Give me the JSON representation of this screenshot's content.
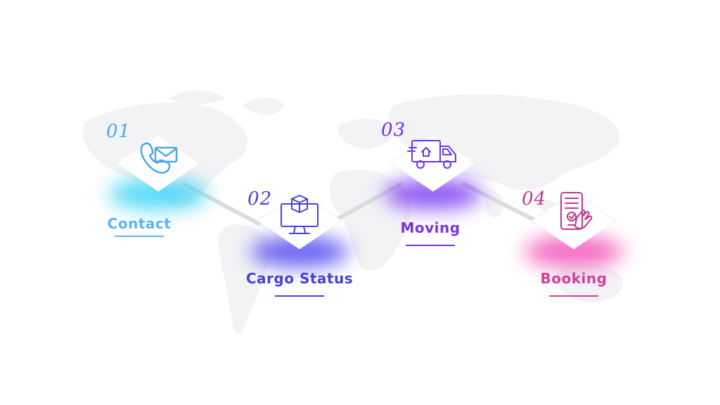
{
  "steps": [
    {
      "number": "01",
      "label": "Contact",
      "icon": "phone-mail-icon",
      "color": "#4aa8e6",
      "label_color": "#5db4ef",
      "glow": "#35d3f5"
    },
    {
      "number": "02",
      "label": "Cargo Status",
      "icon": "monitor-box-icon",
      "color": "#4b3fd9",
      "label_color": "#4a3fd6",
      "glow": "#4f46f0"
    },
    {
      "number": "03",
      "label": "Moving",
      "icon": "delivery-truck-icon",
      "color": "#6a35e3",
      "label_color": "#7a33e0",
      "glow": "#7b3cf2"
    },
    {
      "number": "04",
      "label": "Booking",
      "icon": "phone-touch-icon",
      "color": "#c2358f",
      "label_color": "#d24098",
      "glow": "#f24fb7"
    }
  ]
}
